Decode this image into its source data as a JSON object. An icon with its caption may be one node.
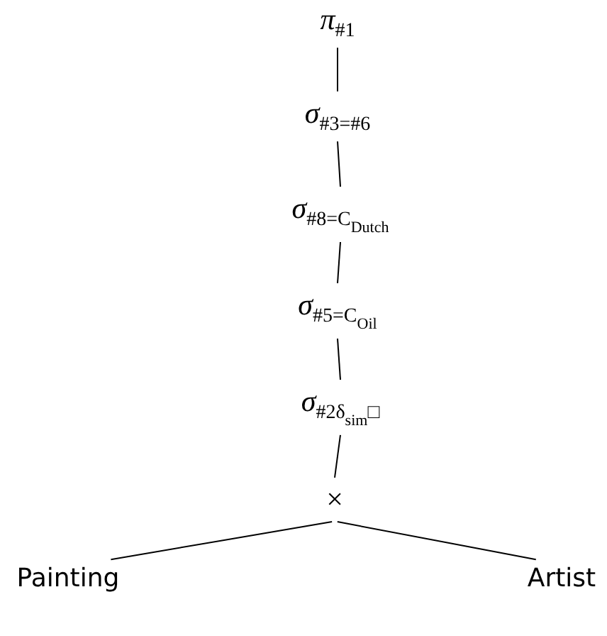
{
  "diagram": {
    "nodes": [
      {
        "text": [
          "*π*$_{#1}$"
        ]
      },
      {
        "text": [
          "*σ*$_{#3=#6}$"
        ]
      },
      {
        "text": [
          "*σ*$_{#8=C}$$_{Dutch}$"
        ]
      },
      {
        "text": [
          "*σ*$_{#5=C}$$_{Oil}$"
        ]
      },
      {
        "text": [
          "*σ*$_{#2δ}$$_{sim}$$_{□}$"
        ]
      },
      {
        "text": [
          "×"
        ]
      },
      {
        "text": [
          "Painting"
        ]
      },
      {
        "text": [
          "Artist"
        ]
      }
    ],
    "edges": [
      {
        "from": 0,
        "to": 1,
        "arrow": "none"
      },
      {
        "from": 1,
        "to": 2,
        "arrow": "none"
      },
      {
        "from": 2,
        "to": 3,
        "arrow": "none"
      },
      {
        "from": 3,
        "to": 4,
        "arrow": "none"
      },
      {
        "from": 4,
        "to": 5,
        "arrow": "none"
      },
      {
        "from": 5,
        "to": 6,
        "arrow": "none"
      },
      {
        "from": 5,
        "to": 7,
        "arrow": "none"
      }
    ]
  }
}
